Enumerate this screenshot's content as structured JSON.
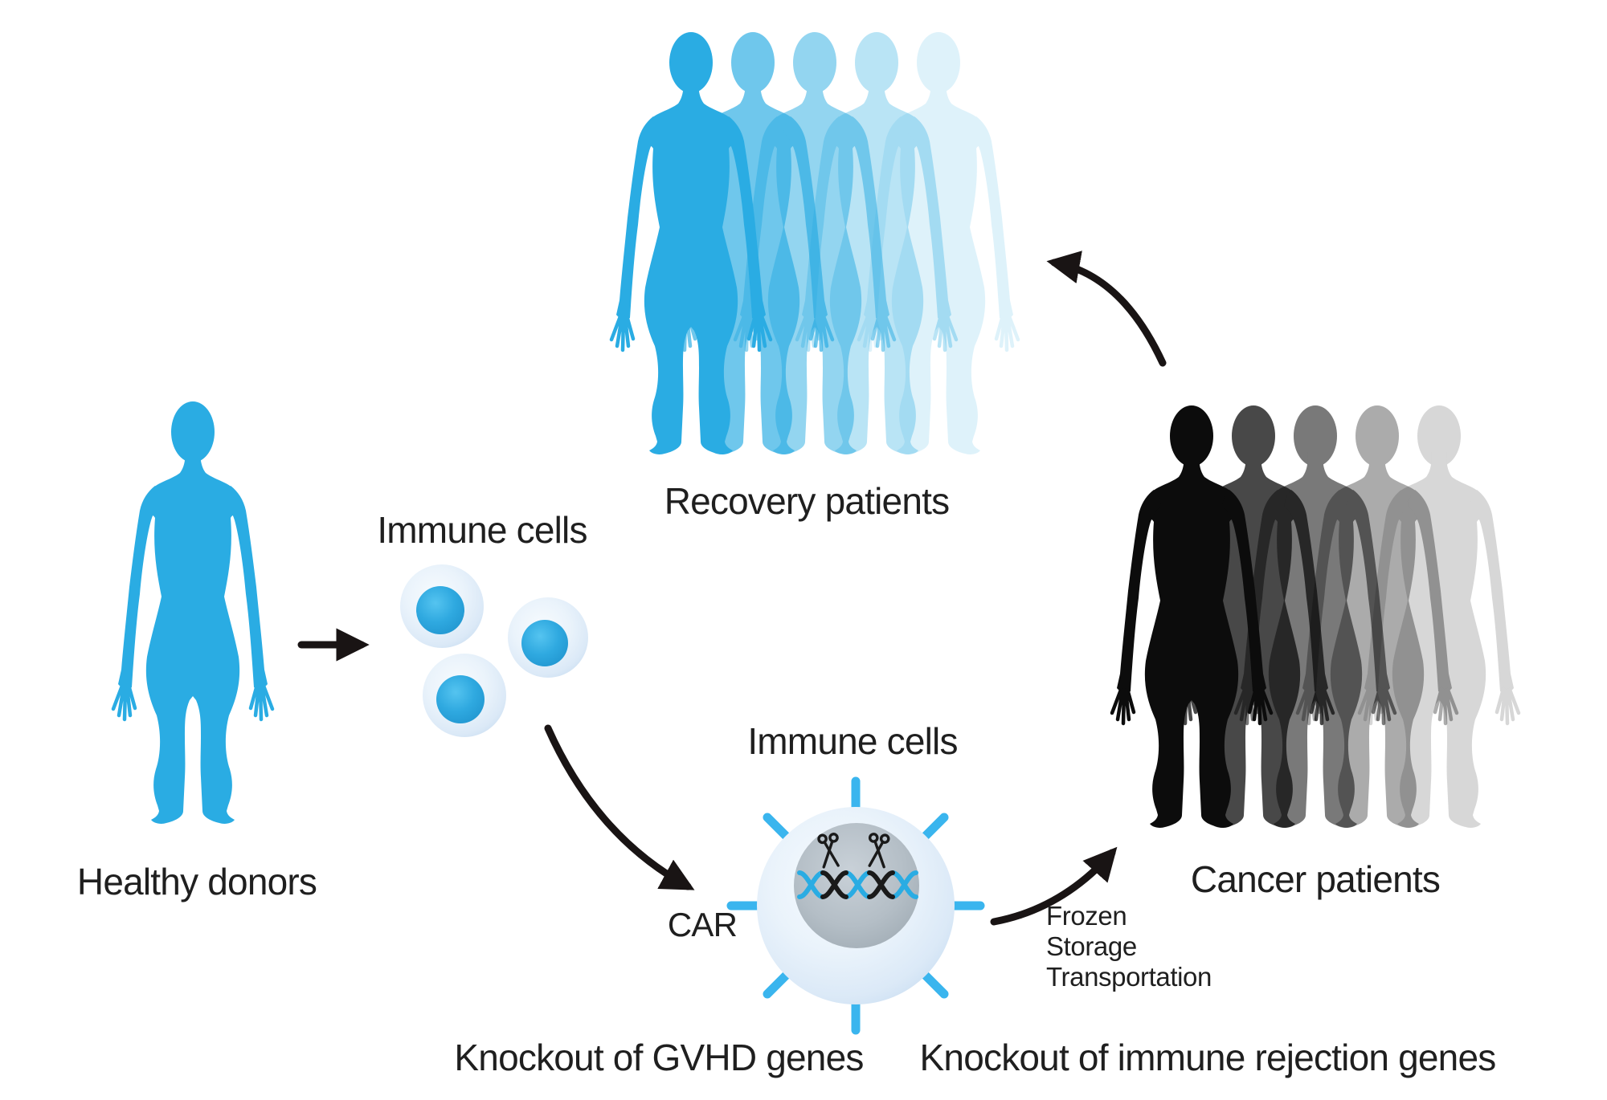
{
  "diagram": {
    "labels": {
      "recovery_patients": "Recovery patients",
      "immune_cells_source": "Immune cells",
      "healthy_donors": "Healthy donors",
      "immune_cells_engineered": "Immune cells",
      "car": "CAR",
      "knockout_gvhd": "Knockout of GVHD genes",
      "knockout_rejection": "Knockout of immune rejection genes",
      "cancer_patients": "Cancer patients"
    },
    "process": {
      "line1": "Frozen",
      "line2": "Storage",
      "line3": "Transportation"
    },
    "colors": {
      "patient_blue": "#2aace3",
      "cancer_gray": "#0c0c0c",
      "spike_blue": "#3ab5ee",
      "dna_blue": "#2aace3",
      "dna_black": "#1a1a1a",
      "arrow_black": "#191414",
      "text": "#1f1f1f"
    }
  }
}
